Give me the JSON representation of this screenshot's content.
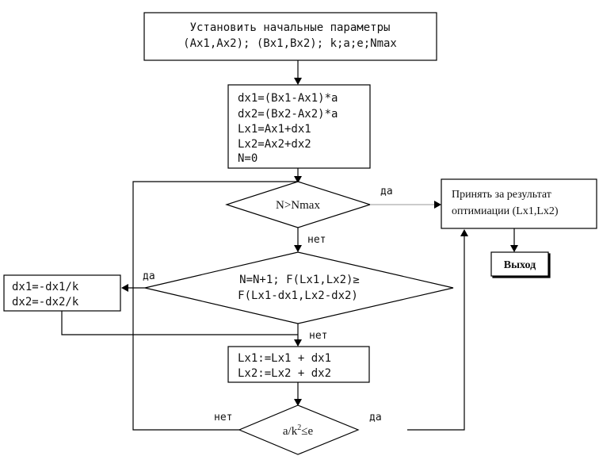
{
  "init_box": {
    "line1": "Установить начальные параметры",
    "line2": "(Ax1,Ax2); (Bx1,Bx2); k;a;e;Nmax"
  },
  "calc_box": {
    "lines": [
      "dx1=(Bx1-Ax1)*a",
      "dx2=(Bx2-Ax2)*a",
      "Lx1=Ax1+dx1",
      "Lx2=Ax2+dx2",
      "N=0"
    ]
  },
  "decision_nmax": {
    "text": "N>Nmax"
  },
  "result_box": {
    "line1": "Принять за результат",
    "line2": "оптимиации (Lx1,Lx2)"
  },
  "exit_box": {
    "text": "Выход"
  },
  "decision_f": {
    "line1": "N=N+1; F(Lx1,Lx2)≥",
    "line2": "F(Lx1-dx1,Lx2-dx2)"
  },
  "reverse_box": {
    "line1": "dx1=-dx1/k",
    "line2": "dx2=-dx2/k"
  },
  "update_box": {
    "line1": "Lx1:=Lx1 + dx1",
    "line2": "Lx2:=Lx2 + dx2"
  },
  "decision_eps": {
    "text_main": "a/k",
    "text_sup": "2",
    "text_rest": "≤e"
  },
  "labels": {
    "yes": "да",
    "no": "нет"
  }
}
